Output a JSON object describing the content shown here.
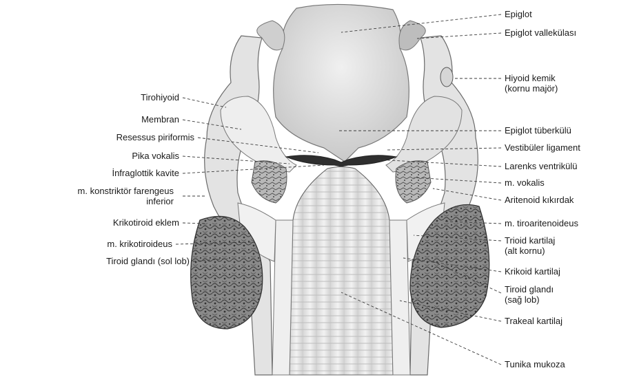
{
  "figure": {
    "labels_left": {
      "tirohiyoid": "Tirohiyoid",
      "membran": "Membran",
      "resessus_piriformis": "Resessus piriformis",
      "pika_vokalis": "Pika vokalis",
      "infraglottik_kavite": "İnfraglottik kavite",
      "m_konstriktor_line1": "m. konstriktör farengeus",
      "m_konstriktor_line2": "inferior",
      "krikotiroid_eklem": "Krikotiroid eklem",
      "m_krikotiroideus": "m. krikotiroideus",
      "tiroid_glandi_sol": "Tiroid glandı (sol lob)"
    },
    "labels_right": {
      "epiglot": "Epiglot",
      "epiglot_vallekulasi": "Epiglot vallekülası",
      "hiyoid_line1": "Hiyoid kemik",
      "hiyoid_line2": "(kornu majör)",
      "epiglot_tuberkulu": "Epiglot tüberkülü",
      "vestibuler_ligament": "Vestibüler ligament",
      "larenks_ventrikulu": "Larenks ventrikülü",
      "m_vokalis": "m. vokalis",
      "aritenoid_kikirdak": "Aritenoid kıkırdak",
      "m_tiroaritenoideus": "m. tiroaritenoideus",
      "trioid_line1": "Trioid kartilaj",
      "trioid_line2": "(alt kornu)",
      "krikoid_kartilaj": "Krikoid kartilaj",
      "tiroid_sag_line1": "Tiroid glandı",
      "tiroid_sag_line2": "(sağ lob)",
      "trakeal_kartilaj": "Trakeal kartilaj",
      "tunika_mukoza": "Tunika mukoza"
    }
  }
}
